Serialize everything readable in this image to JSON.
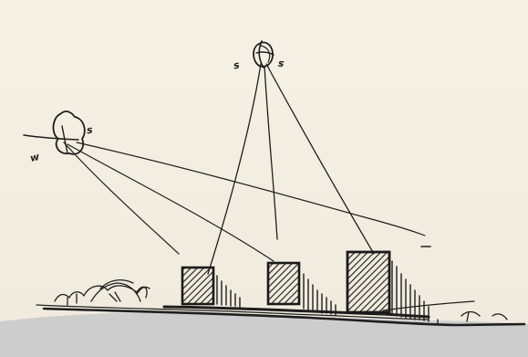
{
  "sketch": {
    "sun_high": {
      "label_left": "s",
      "label_right": "s"
    },
    "sun_low": {
      "label_right": "s",
      "label_left": "w"
    }
  },
  "colors": {
    "paper": "#f4efe3",
    "ground": "#cfcfcf",
    "ink": "#1e1e1e"
  }
}
